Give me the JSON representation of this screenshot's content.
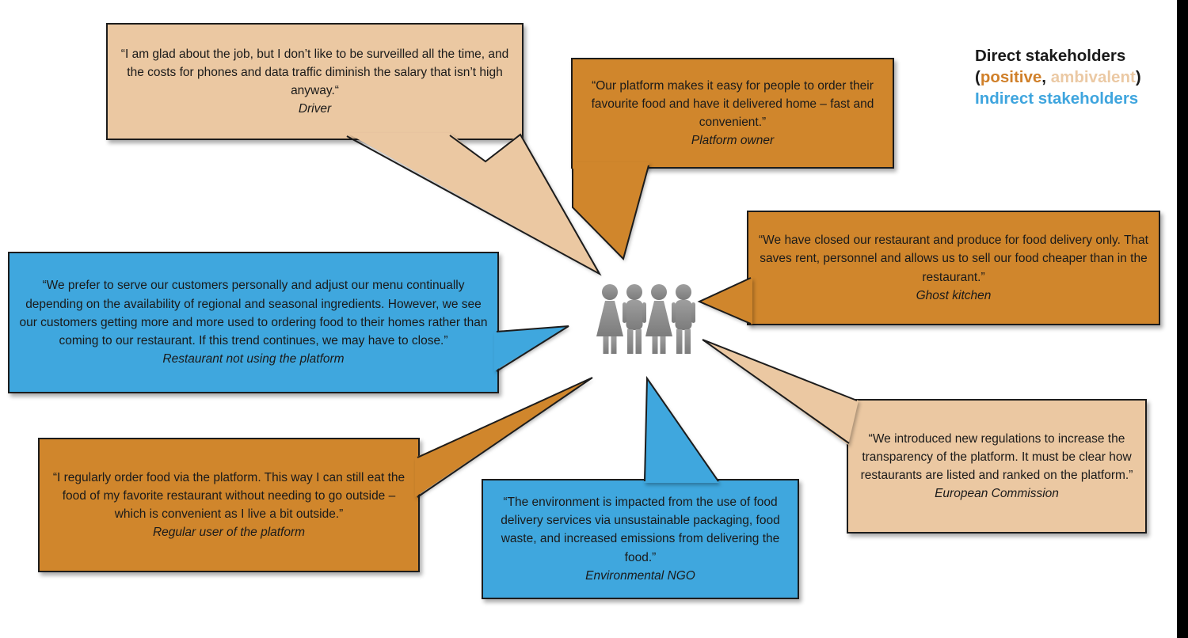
{
  "legend": {
    "direct_label": "Direct stakeholders",
    "paren_open": "(",
    "positive_label": "positive",
    "separator": ", ",
    "ambivalent_label": "ambivalent",
    "paren_close": ")",
    "indirect_label": "Indirect stakeholders"
  },
  "colors": {
    "positive_orange": "#D0862C",
    "ambivalent_tan": "#EBC8A2",
    "indirect_blue": "#3FA7DE",
    "outline_black": "#1C1C1C",
    "figure_gray": "#8C8C8C"
  },
  "center_icon": "people-group-icon",
  "bubbles": {
    "driver": {
      "stance": "ambivalent",
      "quote": "“I am glad about the job, but I don’t like to be surveilled all the time, and the costs for phones and data traffic diminish the salary that isn’t high anyway.“",
      "speaker": "Driver"
    },
    "platform_owner": {
      "stance": "positive",
      "quote": "“Our platform makes it easy for people to order their favourite food and have it delivered home – fast and convenient.”",
      "speaker": "Platform owner"
    },
    "ghost_kitchen": {
      "stance": "positive",
      "quote": "“We have closed our restaurant and produce for food delivery only. That saves rent, personnel and allows us to sell our food cheaper than in the restaurant.”",
      "speaker": "Ghost kitchen"
    },
    "restaurant_not_using": {
      "stance": "indirect",
      "quote": "“We prefer to serve our customers personally and adjust our menu continually depending on the availability of regional and seasonal ingredients. However, we see our customers getting more and more used to ordering food to their homes rather than coming to our restaurant. If this trend continues, we may have to close.”",
      "speaker": "Restaurant not using the platform"
    },
    "regular_user": {
      "stance": "positive",
      "quote": "“I regularly order food via the platform. This way I can still eat the food of my favorite restaurant without needing to go outside – which is convenient as I live a bit outside.”",
      "speaker": "Regular user of the platform"
    },
    "environmental_ngo": {
      "stance": "indirect",
      "quote": "“The environment is impacted from the use of food delivery services via unsustainable packaging, food waste, and increased emissions from delivering the food.”",
      "speaker": "Environmental NGO"
    },
    "european_commission": {
      "stance": "ambivalent",
      "quote": "“We introduced new regulations to increase the transparency of the platform. It must be clear how restaurants are listed and ranked on the platform.”",
      "speaker": "European Commission"
    }
  }
}
